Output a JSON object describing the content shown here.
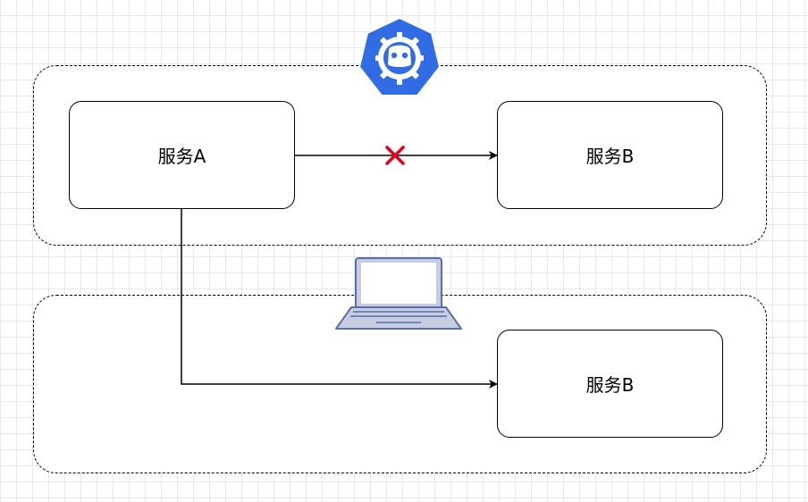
{
  "diagram": {
    "zones": [
      {
        "id": "cluster",
        "icon": "kubernetes-logo-icon"
      },
      {
        "id": "local",
        "icon": "laptop-icon"
      }
    ],
    "nodes": {
      "service_a": {
        "label": "服务A"
      },
      "service_b_cluster": {
        "label": "服务B"
      },
      "service_b_local": {
        "label": "服务B"
      }
    },
    "edges": [
      {
        "from": "service_a",
        "to": "service_b_cluster",
        "status": "blocked",
        "marker": "cross-icon"
      },
      {
        "from": "service_a",
        "to": "service_b_local",
        "status": "ok"
      }
    ],
    "colors": {
      "k8s_blue": "#326ce5",
      "blocked_red": "#e0001b",
      "laptop_fill": "#c6cde0",
      "laptop_stroke": "#5a6fa8"
    }
  }
}
